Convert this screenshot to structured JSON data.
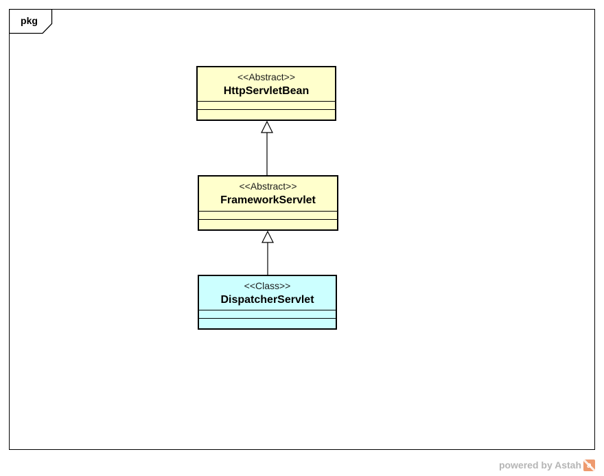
{
  "diagram": {
    "type": "uml-class-diagram",
    "frame_label": "pkg"
  },
  "classes": [
    {
      "stereotype": "<<Abstract>>",
      "name": "HttpServletBean",
      "fill": "#FFFFCC",
      "attributes": [],
      "operations": []
    },
    {
      "stereotype": "<<Abstract>>",
      "name": "FrameworkServlet",
      "fill": "#FFFFCC",
      "attributes": [],
      "operations": []
    },
    {
      "stereotype": "<<Class>>",
      "name": "DispatcherServlet",
      "fill": "#CCFFFF",
      "attributes": [],
      "operations": []
    }
  ],
  "relationships": [
    {
      "type": "generalization",
      "from": "FrameworkServlet",
      "to": "HttpServletBean"
    },
    {
      "type": "generalization",
      "from": "DispatcherServlet",
      "to": "FrameworkServlet"
    }
  ],
  "watermark": {
    "text": "powered by Astah",
    "logo_letter": "a"
  },
  "colors": {
    "class_fill_yellow": "#FFFFCC",
    "class_fill_cyan": "#CCFFFF",
    "border": "#000000",
    "watermark_text": "#B5B5B5",
    "logo_orange": "#EE9A6E"
  }
}
